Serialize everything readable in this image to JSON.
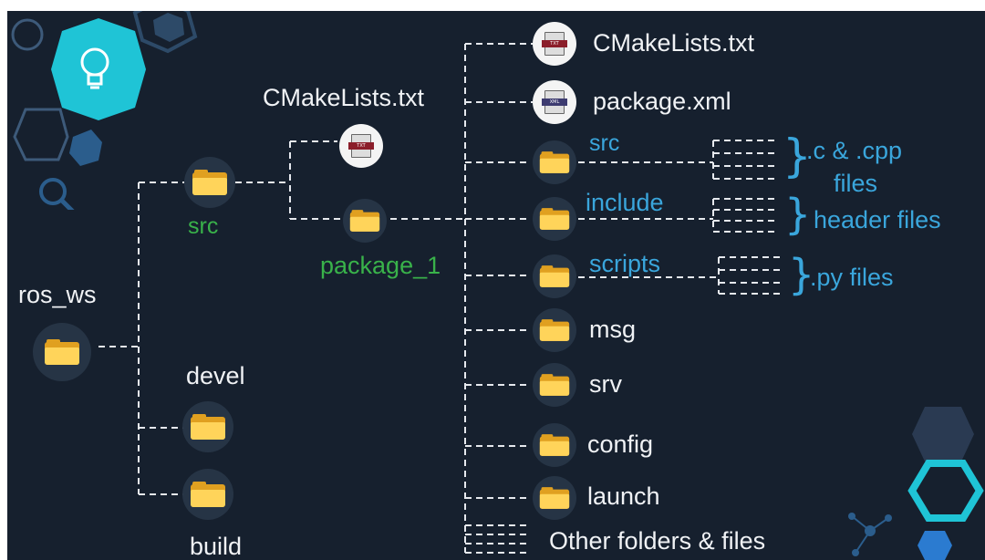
{
  "tree": {
    "root": "ros_ws",
    "src": "src",
    "devel": "devel",
    "build": "build",
    "src_cmake": "CMakeLists.txt",
    "package": "package_1",
    "pkg_cmake": "CMakeLists.txt",
    "pkg_xml": "package.xml",
    "pkg_src": "src",
    "pkg_include": "include",
    "pkg_scripts": "scripts",
    "pkg_msg": "msg",
    "pkg_srv": "srv",
    "pkg_config": "config",
    "pkg_launch": "launch",
    "other": "Other folders & files"
  },
  "notes": {
    "cpp_line1": ".c & .cpp",
    "cpp_line2": "files",
    "header": "header files",
    "py": ".py files"
  },
  "icons": {
    "txt_tag": "TXT",
    "xml_tag": "XML"
  },
  "colors": {
    "background": "#16202e",
    "green_label": "#39b24a",
    "blue_label": "#3aa6dc",
    "folder": "#ffd45a",
    "accent_cyan": "#1fc4d6"
  }
}
